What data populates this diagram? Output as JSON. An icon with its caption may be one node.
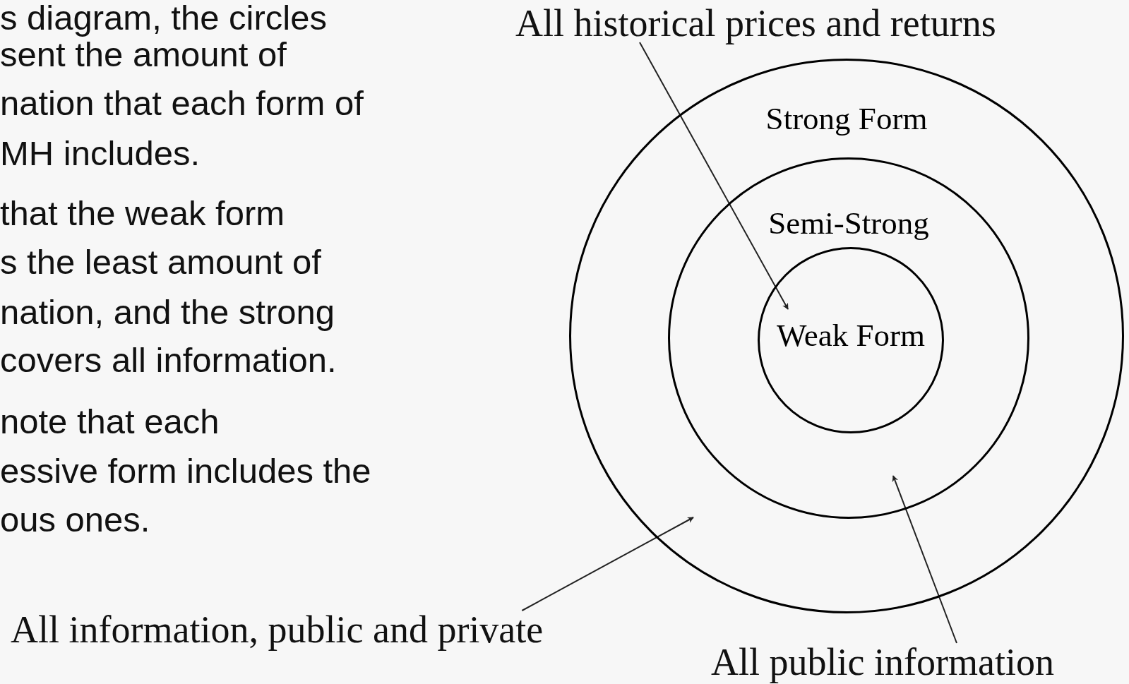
{
  "diagram": {
    "nodes": [
      {
        "text": [
          "Strong Form"
        ]
      },
      {
        "text": [
          "Semi-Strong"
        ],
        "in": 0
      },
      {
        "text": [
          "Weak Form"
        ],
        "in": 1
      },
      {
        "text": [
          "All historical prices and returns"
        ]
      },
      {
        "text": [
          "All information, public and private"
        ]
      },
      {
        "text": [
          "All public information"
        ]
      }
    ],
    "edges": [
      {
        "from": 3,
        "to": 2,
        "arrow": "to"
      },
      {
        "from": 4,
        "to": 0,
        "arrow": "to"
      },
      {
        "from": 5,
        "to": 1,
        "arrow": "to"
      }
    ],
    "labels": [
      "s diagram, the circles",
      "sent the amount of",
      "nation that each form of",
      "MH includes.",
      "that the weak form",
      "s the least amount of",
      "nation, and the strong",
      "covers all information.",
      "note that each",
      "essive form includes the",
      "ous ones."
    ]
  }
}
